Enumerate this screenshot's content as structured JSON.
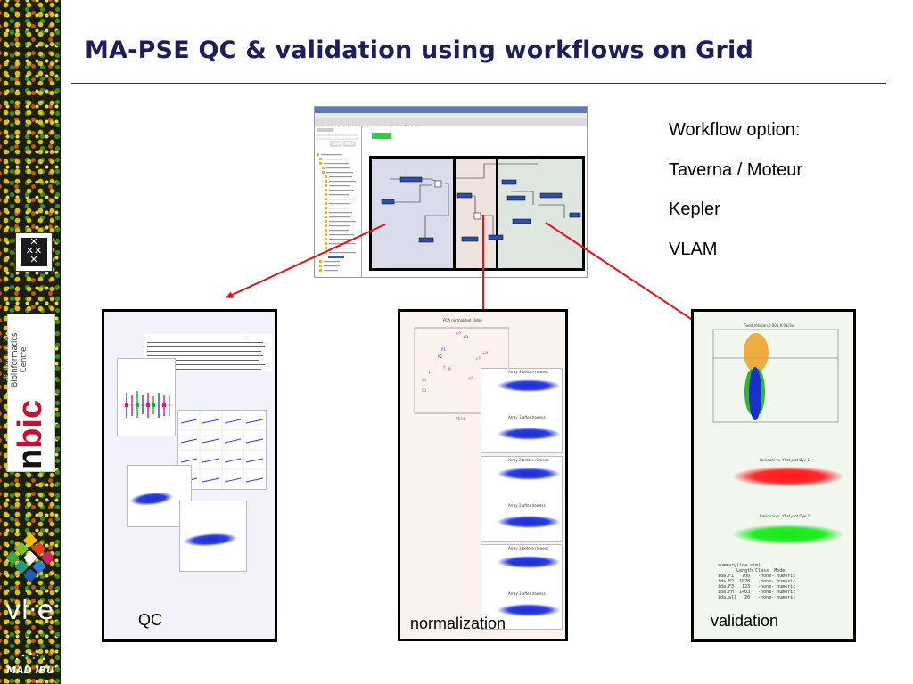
{
  "slide": {
    "title": "MA-PSE QC & validation using workflows on Grid"
  },
  "workflow_options": {
    "items": [
      "Workflow option:",
      "Taverna / Moteur",
      "Kepler",
      "VLAM"
    ]
  },
  "logos": {
    "nbic": {
      "text_lines": [
        "Netherlands",
        "Bioinformatics",
        "Centre"
      ],
      "wordmark_n": "n",
      "wordmark_b": "bic"
    },
    "vle": "vl·e",
    "madibu": "MAD IBU"
  },
  "panels": {
    "qc": {
      "label": "QC"
    },
    "normalization": {
      "label": "normalization",
      "pca_title": "PCA normalized slides",
      "plot_titles": [
        "Array 1 before rlowess",
        "Array 1 after rlowess",
        "Array 2 before rlowess",
        "Array 2 after rlowess",
        "Array 3 before rlowess",
        "Array 3 after rlowess"
      ]
    },
    "validation": {
      "label": "validation",
      "volcano_title": "Fixed,median,0.005,0.01(3x)",
      "residual_titles": [
        "Residual vs. Yhat plot Dye 1",
        "Residual vs. Yhat plot Dye 2"
      ],
      "summary": "summary(ida.sim)\n       Length Class  Mode\nida.F1   100   -none- numeric\nida.F2  1028   -none- numeric\nida.F3   123   -none- numeric\nida.Fn  1463   -none- numeric\nida.all   20   -none- numeric"
    }
  },
  "colors": {
    "title": "#1e1e5a",
    "arrow": "#e0141a",
    "qc_bg": "#f2f2fb",
    "norm_bg": "#fbf1ee",
    "val_bg": "#f1f6ef"
  }
}
